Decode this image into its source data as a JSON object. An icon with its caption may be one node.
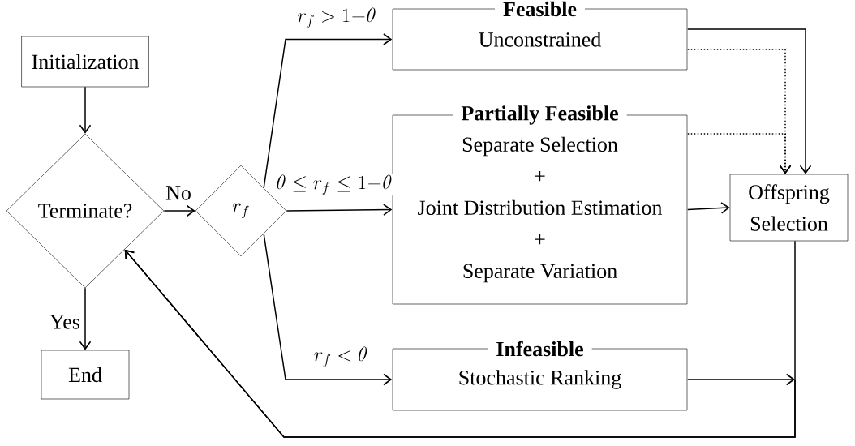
{
  "diagram": {
    "nodes": [
      {
        "text": [
          "Initialization"
        ]
      },
      {
        "text": [
          "Terminate?"
        ]
      },
      {
        "text": [
          "End"
        ]
      },
      {
        "text": [
          "r_f"
        ]
      },
      {
        "text": [
          "Feasible",
          "Unconstrained"
        ]
      },
      {
        "text": [
          "Partially Feasible",
          "Separate Selection",
          "+",
          "Joint Distribution Estimation",
          "+",
          "Separate Variation"
        ]
      },
      {
        "text": [
          "Infeasible",
          "Stochastic Ranking"
        ]
      },
      {
        "text": [
          "Offspring Selection"
        ]
      }
    ],
    "edges": [
      {
        "from": 0,
        "to": 1,
        "arrow": "to"
      },
      {
        "from": 1,
        "to": 3,
        "arrow": "to",
        "label": "No"
      },
      {
        "from": 1,
        "to": 2,
        "arrow": "to",
        "label": "Yes"
      },
      {
        "from": 3,
        "to": 4,
        "arrow": "to",
        "label": "r_f > 1{-}\\theta"
      },
      {
        "from": 3,
        "to": 5,
        "arrow": "to",
        "label": "\\theta \\leq r_f \\leq 1{-}\\theta"
      },
      {
        "from": 3,
        "to": 6,
        "arrow": "to",
        "label": "r_f < \\theta"
      },
      {
        "from": 4,
        "to": 7,
        "arrow": "to"
      },
      {
        "from": 4,
        "to": 7,
        "arrow": "to",
        "style": "dashed"
      },
      {
        "from": 5,
        "to": 7,
        "arrow": "to",
        "style": "dashed"
      },
      {
        "from": 5,
        "to": 7,
        "arrow": "to"
      },
      {
        "from": 6,
        "to": 1,
        "arrow": "to"
      },
      {
        "from": 7,
        "to": 1,
        "arrow": "to"
      }
    ]
  }
}
